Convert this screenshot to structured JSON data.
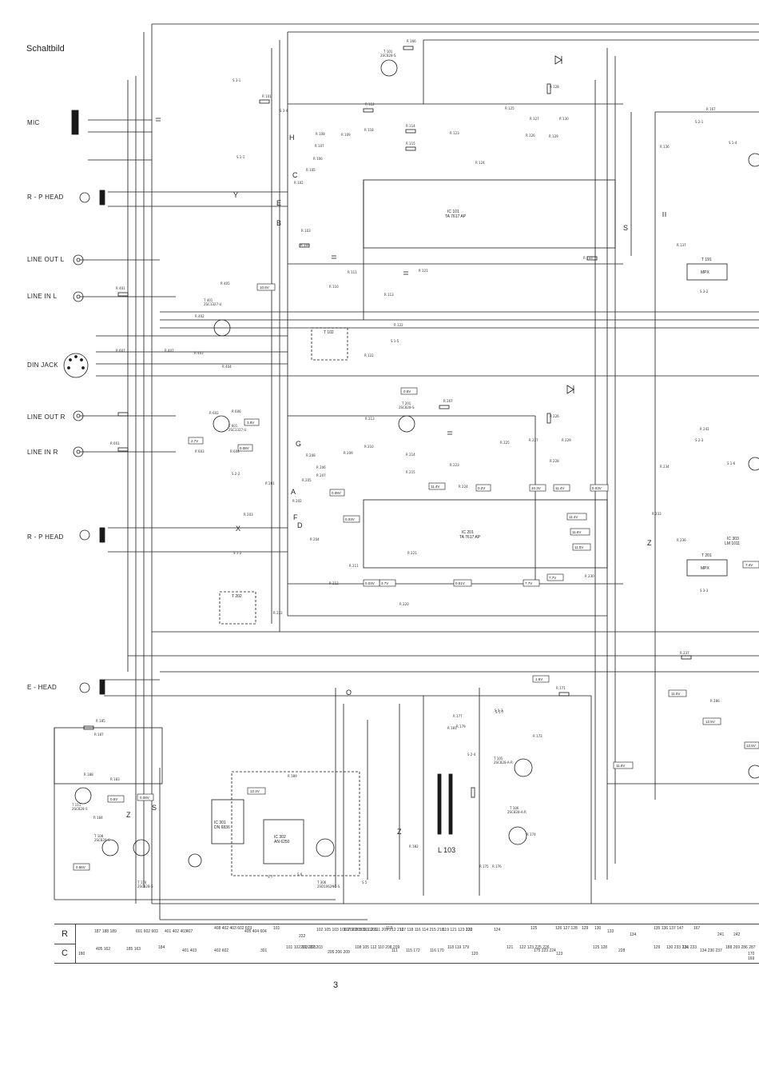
{
  "page": {
    "title": "Schaltbild",
    "page_number": "3"
  },
  "ports": [
    {
      "id": "mic",
      "label": "MIC"
    },
    {
      "id": "rp-head-1",
      "label": "R - P  HEAD"
    },
    {
      "id": "line-out-l",
      "label": "LINE OUT L"
    },
    {
      "id": "line-in-l",
      "label": "LINE  IN  L"
    },
    {
      "id": "din-jack",
      "label": "DIN JACK"
    },
    {
      "id": "line-out-r",
      "label": "LINE OUT R"
    },
    {
      "id": "line-in-r",
      "label": "LINE  IN R"
    },
    {
      "id": "rp-head-2",
      "label": "R - P  HEAD"
    },
    {
      "id": "e-head",
      "label": "E - HEAD"
    }
  ],
  "ics": [
    {
      "id": "ic101",
      "ref": "IC 101",
      "part": "TA 7617 AP"
    },
    {
      "id": "ic201",
      "ref": "IC 201",
      "part": "TA 7617 AP"
    },
    {
      "id": "ic303",
      "ref": "IC 303",
      "part": "LM 1011"
    },
    {
      "id": "ic301",
      "ref": "IC 301",
      "part": "DN 6836"
    },
    {
      "id": "ic302",
      "ref": "IC 302",
      "part": "AN 6250"
    }
  ],
  "transistors": [
    {
      "id": "t101",
      "ref": "T 101",
      "part": "2SC828-S"
    },
    {
      "id": "t201",
      "ref": "T 201",
      "part": "2SC828-S"
    },
    {
      "id": "t401",
      "ref": "T 401",
      "part": "2SC1327-U"
    },
    {
      "id": "t601",
      "ref": "T 601",
      "part": "2SC1327-U"
    },
    {
      "id": "t105",
      "ref": "T 105",
      "part": "2SC828-A-R"
    },
    {
      "id": "t106",
      "ref": "T 106",
      "part": "2SC828-A-R"
    },
    {
      "id": "t111",
      "ref": "T 111",
      "part": "2SC828-S"
    },
    {
      "id": "t108",
      "ref": "T 108",
      "part": "2SC828-S"
    },
    {
      "id": "t110",
      "ref": "T 110",
      "part": "2SC828-S"
    },
    {
      "id": "t306",
      "ref": "T 306",
      "part": "2SD1062NC-S"
    }
  ],
  "blocks": [
    {
      "id": "mpx1",
      "label": "MPX",
      "ref": "T 191"
    },
    {
      "id": "mpx2",
      "label": "MPX",
      "ref": "T 201"
    },
    {
      "id": "coil102",
      "label": "T 102"
    },
    {
      "id": "coil202",
      "label": "T 202"
    },
    {
      "id": "l103",
      "label": "L 103"
    }
  ],
  "voltages": [
    "10.5V",
    "3.9V",
    "0.08V",
    "2.7V",
    "0.6V",
    "0.08V",
    "11.4V",
    "0.2V",
    "10.3V",
    "11.4V",
    "0.03V",
    "11.4V",
    "11.6V",
    "11.5V",
    "0.03V",
    "3.7V",
    "0.01V",
    "7.7V",
    "7.7V",
    "1.6V",
    "11.5V",
    "12.5V",
    "12.6V",
    "11.6V",
    "12.2V",
    "0.5V",
    "0.08V",
    "0.66V",
    "7.4V"
  ],
  "resistors": [
    "R 166",
    "R 101",
    "R 112",
    "R 118",
    "R 108",
    "R 107",
    "R 109",
    "R 106",
    "R 105",
    "R 102",
    "R 103",
    "R 104",
    "R 111",
    "R 110",
    "R 113",
    "R 114",
    "R 115",
    "R 123",
    "R 124",
    "R 125",
    "R 126",
    "R 127",
    "R 128",
    "R 129",
    "R 130",
    "R 133",
    "R 121",
    "R 120",
    "R 119",
    "R 122",
    "R 136",
    "R 137",
    "R 167",
    "R 401",
    "R 405",
    "R 402",
    "R 403",
    "R 404",
    "R 407",
    "R 601",
    "R 602",
    "R 603",
    "R 604",
    "R 606",
    "R 607",
    "R 201",
    "R 202",
    "R 203",
    "R 204",
    "R 205",
    "R 206",
    "R 207",
    "R 208",
    "R 209",
    "R 210",
    "R 211",
    "R 212",
    "R 213",
    "R 214",
    "R 215",
    "R 220",
    "R 221",
    "R 222",
    "R 223",
    "R 224",
    "R 225",
    "R 226",
    "R 227",
    "R 228",
    "R 229",
    "R 230",
    "R 233",
    "R 234",
    "R 236",
    "R 237",
    "R 241",
    "R 267",
    "R 286",
    "R 171",
    "R 173",
    "R 174",
    "R 175",
    "R 176",
    "R 177",
    "R 179",
    "R 181",
    "R 182",
    "R 183",
    "R 184",
    "R 185",
    "R 187",
    "R 188",
    "R 189",
    "R 311"
  ],
  "switches": [
    "S 1-1",
    "S 1-2",
    "S 1-3",
    "S 1-4",
    "S 1-5",
    "S 1-6",
    "S 1-7",
    "S 2-1",
    "S 2-2",
    "S 2-3",
    "S 2-4",
    "S 3-1",
    "S 3-2",
    "S 3-3",
    "S 3-4",
    "S 5",
    "S 6",
    "S 7"
  ],
  "node_letters": [
    "H",
    "C",
    "Y",
    "E",
    "B",
    "G",
    "A",
    "D",
    "F",
    "X",
    "Z",
    "S",
    "Z",
    "S",
    "O",
    "Z"
  ],
  "parts_table": {
    "row_r_label": "R",
    "row_c_label": "C",
    "r_cells": [
      "187 188 189",
      "601 602 603",
      "401 402 403",
      "407",
      "408 402 403 602 603",
      "405 404 604",
      "101",
      "222",
      "102 105 103 106 202 205 311 206",
      "107 108 109 112 111 209 212 213",
      "113",
      "117 118 116 114 215 218",
      "119 121 123 220",
      "122",
      "124",
      "125",
      "126 127 128",
      "129",
      "130",
      "133",
      "134",
      "135 136 137 147",
      "167",
      "241",
      "242"
    ],
    "c_cells": [
      "180",
      "405 162",
      "185 163",
      "184",
      "401 403",
      "402 602",
      "301",
      "101 102 103 201",
      "201 202 203",
      "205 206 209",
      "108 105 112 110 208 209",
      "111",
      "115 172",
      "116 170",
      "118 119 179",
      "120",
      "121",
      "122 123 225 226",
      "175 223 224",
      "123",
      "125 128",
      "228",
      "129",
      "130 233 234",
      "131 233",
      "134 236 237",
      "188 269 286 287",
      "170 169"
    ]
  }
}
